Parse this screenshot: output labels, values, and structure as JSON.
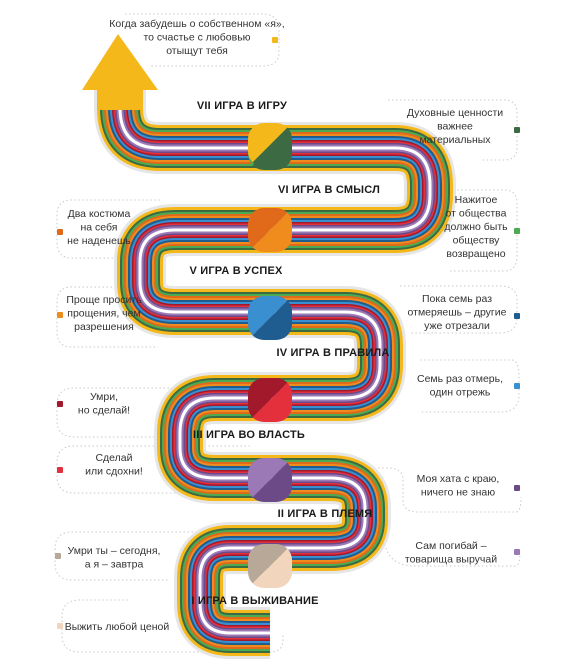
{
  "levels": [
    {
      "id": "1",
      "label": "I ИГРА В ВЫЖИВАНИЕ",
      "colors": [
        "#f2d5bd",
        "#b8a898"
      ]
    },
    {
      "id": "2",
      "label": "II ИГРА В ПЛЕМЯ",
      "colors": [
        "#6b4a87",
        "#9a79b6"
      ]
    },
    {
      "id": "3",
      "label": "III ИГРА ВО ВЛАСТЬ",
      "colors": [
        "#e3303c",
        "#a3192c"
      ]
    },
    {
      "id": "4",
      "label": "IV ИГРА В ПРАВИЛА",
      "colors": [
        "#1f5c8f",
        "#3a8fd0"
      ]
    },
    {
      "id": "5",
      "label": "V ИГРА В УСПЕХ",
      "colors": [
        "#f08c1e",
        "#e06a1a"
      ]
    },
    {
      "id": "6",
      "label": "VI ИГРА В СМЫСЛ",
      "colors": [
        "#3c6b43",
        "#4caa52"
      ]
    },
    {
      "id": "7",
      "label": "VII ИГРА В ИГРУ",
      "colors": [
        "#f5b81a",
        "#f5b81a"
      ]
    }
  ],
  "quotes": {
    "q1": {
      "lines": [
        "Выжить любой ценой"
      ],
      "color": "#f2d5bd"
    },
    "q2": {
      "lines": [
        "Умри ты – сегодня,",
        "а я – завтра"
      ],
      "color": "#b8a898"
    },
    "q3": {
      "lines": [
        "Сам погибай –",
        "товарища выручай"
      ],
      "color": "#9a79b6"
    },
    "q4": {
      "lines": [
        "Моя хата с краю,",
        "ничего не знаю"
      ],
      "color": "#6b4a87"
    },
    "q5": {
      "lines": [
        "Сделай",
        "или сдохни!"
      ],
      "color": "#e3303c"
    },
    "q6": {
      "lines": [
        "Умри,",
        "но сделай!"
      ],
      "color": "#a3192c"
    },
    "q7": {
      "lines": [
        "Семь раз отмерь,",
        "один отрежь"
      ],
      "color": "#3a8fd0"
    },
    "q8": {
      "lines": [
        "Пока семь раз",
        "отмеряешь – другие",
        "уже отрезали"
      ],
      "color": "#1f5c8f"
    },
    "q9": {
      "lines": [
        "Проще просить",
        "прощения, чем",
        "разрешения"
      ],
      "color": "#f08c1e"
    },
    "q10": {
      "lines": [
        "Два костюма",
        "на себя",
        "не наденешь"
      ],
      "color": "#e06a1a"
    },
    "q11": {
      "lines": [
        "Нажитое",
        "от общества",
        "должно быть",
        "обществу",
        "возвращено"
      ],
      "color": "#4caa52"
    },
    "q12": {
      "lines": [
        "Духовные ценности",
        "важнее",
        "материальных"
      ],
      "color": "#3c6b43"
    },
    "q13": {
      "lines": [
        "Когда забудешь о собственном «я»,",
        "то счастье с любовью",
        "отыщут тебя"
      ],
      "color": "#f5b81a"
    }
  }
}
